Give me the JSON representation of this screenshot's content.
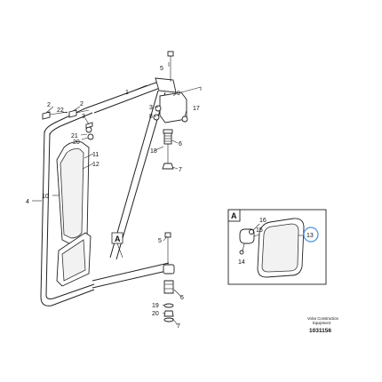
{
  "callouts": {
    "c1": "1",
    "c2a": "2",
    "c2b": "2",
    "c3": "3",
    "c4": "4",
    "c5a": "5",
    "c5b": "5",
    "c6": "6",
    "c7": "7",
    "c8": "8",
    "c9": "9",
    "c10": "10",
    "c11": "11",
    "c12": "12",
    "c13": "13",
    "c14": "14",
    "c15": "15",
    "c16": "16",
    "c17": "17",
    "c18": "18",
    "c19": "19",
    "c20": "20",
    "c21": "21",
    "c22": "22"
  },
  "view_label_main": "A",
  "view_label_detail": "A",
  "reference": {
    "line1": "Volvo Construction",
    "line2": "Equipment",
    "number": "1031156"
  }
}
